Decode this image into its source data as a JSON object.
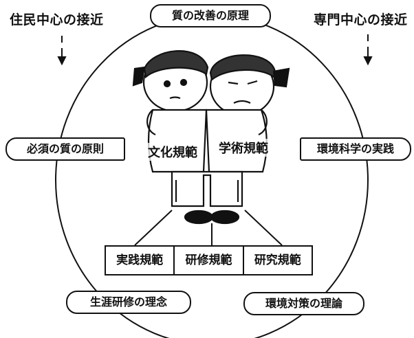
{
  "headers": {
    "left": "住民中心の接近",
    "right": "専門中心の接近"
  },
  "top_box": "質の改善の原理",
  "side_boxes": {
    "left": "必須の質の原則",
    "right": "環境科学の実践"
  },
  "figure_labels": {
    "left": "文化規範",
    "right": "学術規範"
  },
  "norm_table": [
    "実践規範",
    "研修規範",
    "研究規範"
  ],
  "bottom_boxes": {
    "left": "生涯研修の理念",
    "right": "環境対策の理論"
  },
  "colors": {
    "line": "#111111",
    "background": "#ffffff"
  }
}
